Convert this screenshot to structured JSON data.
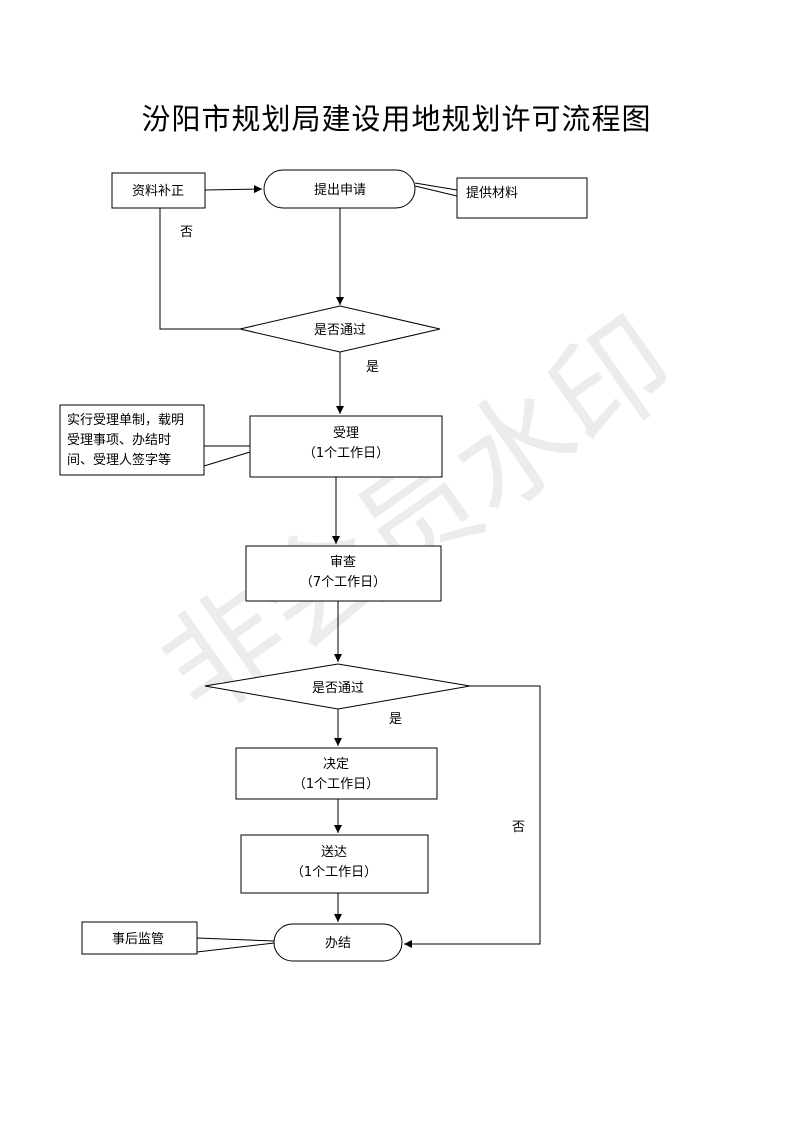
{
  "title": "汾阳市规划局建设用地规划许可流程图",
  "watermark": "非会员水印",
  "nodes": {
    "supplement": "资料补正",
    "apply": "提出申请",
    "materials": "提供材料",
    "check1": "是否通过",
    "accept_title": "受理",
    "accept_time": "（1个工作日）",
    "accept_note_1": "实行受理单制，载明",
    "accept_note_2": "受理事项、办结时",
    "accept_note_3": "间、受理人签字等",
    "review_title": "审查",
    "review_time": "（7个工作日）",
    "check2": "是否通过",
    "decide_title": "决定",
    "decide_time": "（1个工作日）",
    "deliver_title": "送达",
    "deliver_time": "（1个工作日）",
    "finish": "办结",
    "supervise": "事后监管"
  },
  "edge_labels": {
    "no1": "否",
    "yes1": "是",
    "yes2": "是",
    "no2": "否"
  }
}
